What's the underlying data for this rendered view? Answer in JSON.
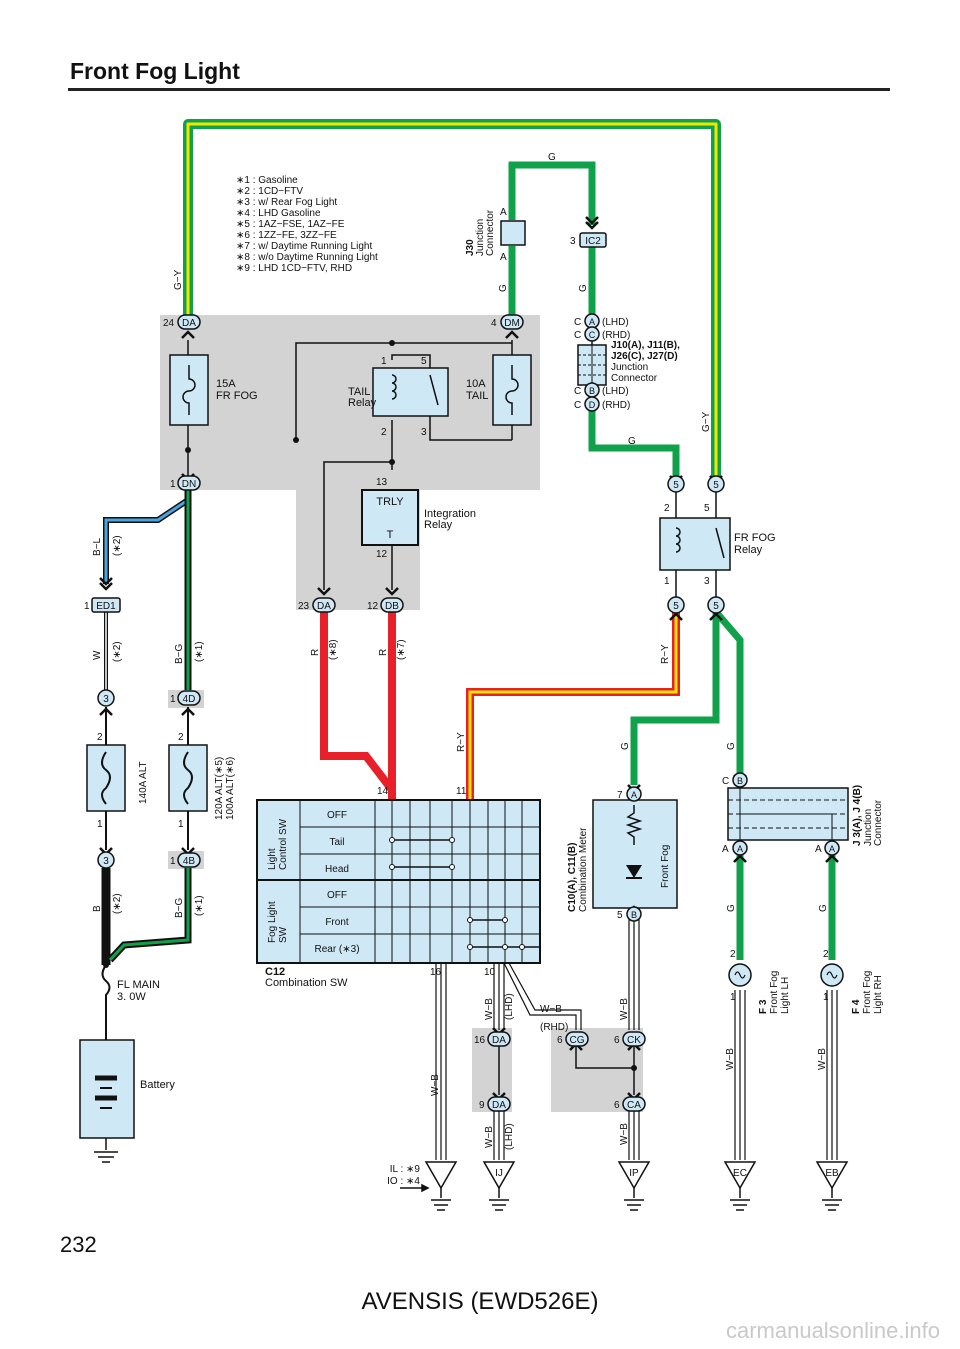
{
  "page": {
    "title": "Front Fog Light",
    "page_number": "232",
    "footer": "AVENSIS (EWD526E)",
    "watermark": "carmanualsonline.info"
  },
  "notes": [
    "∗1 : Gasoline",
    "∗2 : 1CD−FTV",
    "∗3 : w/ Rear Fog Light",
    "∗4 : LHD Gasoline",
    "∗5 : 1AZ−FSE,  1AZ−FE",
    "∗6 : 1ZZ−FE,  3ZZ−FE",
    "∗7 : w/ Daytime Running Light",
    "∗8 : w/o Daytime Running Light",
    "∗9 : LHD 1CD−FTV,  RHD"
  ],
  "components": {
    "fr_fog_fuse": [
      "15A",
      "FR FOG"
    ],
    "tail_fuse": [
      "10A",
      "TAIL"
    ],
    "tail_relay": [
      "TAIL",
      "Relay"
    ],
    "integration_relay": [
      "Integration",
      "Relay"
    ],
    "trly": "TRLY",
    "trly_t": "T",
    "fr_fog_relay": [
      "FR FOG",
      "Relay"
    ],
    "j30": [
      "J30",
      "Junction",
      "Connector"
    ],
    "j10": [
      "J10(A), J11(B),",
      "J26(C), J27(D)",
      "Junction",
      "Connector"
    ],
    "j3": [
      "J 3(A), J 4(B)",
      "Junction",
      "Connector"
    ],
    "fuse_140a": "140A ALT",
    "fuse_120a": [
      "120A ALT(∗5)",
      "100A ALT(∗6)"
    ],
    "fl_main": [
      "FL MAIN",
      "3. 0W"
    ],
    "battery": "Battery",
    "comb_sw": [
      "C12",
      "Combination SW"
    ],
    "light_control_sw": [
      "Light",
      "Control SW"
    ],
    "fog_light_sw": [
      "Fog Light",
      "SW"
    ],
    "comb_meter": [
      "C10(A), C11(B)",
      "Combination Meter"
    ],
    "front_fog_indicator": "Front Fog",
    "f3": [
      "F 3",
      "Front Fog",
      "Light LH"
    ],
    "f4": [
      "F 4",
      "Front Fog",
      "Light RH"
    ]
  },
  "switch_rows": [
    "OFF",
    "Tail",
    "Head",
    "OFF",
    "Front",
    "Rear (∗3)"
  ],
  "connectors": {
    "da24": "DA",
    "dm4": "DM",
    "dn1": "DN",
    "ed1": "ED1",
    "da23": "DA",
    "db12": "DB",
    "c4d": "4D",
    "c4b": "4B",
    "ic2": "IC2",
    "ja": "A",
    "jc": "C",
    "jb": "B",
    "jd": "D",
    "da16": "DA",
    "da9": "DA",
    "cg6": "CG",
    "ck6": "CK",
    "ca6": "CA",
    "mA": "A",
    "mB": "B",
    "j3B": "B",
    "j3A1": "A",
    "j3A2": "A",
    "c3a": "3",
    "c3b": "3"
  },
  "pins": {
    "da24": "24",
    "dm4": "4",
    "dn1": "1",
    "ed1": "1",
    "da23": "23",
    "db12": "12",
    "c4d": "1",
    "c4b": "1",
    "ic2": "3",
    "tr1": "1",
    "tr5": "5",
    "tr2": "2",
    "tr3": "3",
    "ir13": "13",
    "ir12": "12",
    "fr2": "2",
    "fr5": "5",
    "fr1": "1",
    "fr3": "3",
    "f2a": "2",
    "f1a": "1",
    "f2b": "2",
    "f1b": "1",
    "cs14": "14",
    "cs11": "11",
    "cs16": "16",
    "cs10": "10",
    "m7": "7",
    "m5": "5",
    "da16": "16",
    "da9": "9",
    "cg6": "6",
    "ck6": "6",
    "ca6": "6",
    "l2": "2",
    "l1": "1",
    "r2": "2",
    "r1": "1",
    "j30a1": "A",
    "j30a2": "A",
    "jc1": "C",
    "jc2": "C",
    "jc3": "C",
    "jc4": "C",
    "j3c": "C",
    "j3a1": "A",
    "j3a2": "A",
    "c5a": "5",
    "c5b": "5",
    "c5c": "5",
    "c5d": "5"
  },
  "variant_notes": {
    "lhd": "(LHD)",
    "rhd": "(RHD)",
    "n2a": "(∗2)",
    "n2b": "(∗2)",
    "n2c": "(∗2)",
    "n1a": "(∗1)",
    "n1b": "(∗1)",
    "n8": "(∗8)",
    "n7": "(∗7)",
    "lhd2": "(LHD)",
    "lhd3": "(LHD)",
    "rhd2": "(RHD)"
  },
  "wire_colors": {
    "g_top": "G",
    "gy_left": "G−Y",
    "gy_right": "G−Y",
    "g1": "G",
    "g2": "G",
    "g3": "G",
    "bl": "B−L",
    "w": "W",
    "bg1": "B−G",
    "bg2": "B−G",
    "b": "B",
    "r1": "R",
    "r2": "R",
    "ry1": "R−Y",
    "ry2": "R−Y",
    "g4": "G",
    "g5": "G",
    "g6": "G",
    "g7": "G",
    "wb1": "W−B",
    "wb2": "W−B",
    "wb3": "W−B",
    "wb4": "W−B",
    "wb5": "W−B",
    "wb6": "W−B",
    "wb7": "W−B",
    "wb8": "W−B",
    "wb9": "W−B"
  },
  "grounds": [
    "IJ",
    "IP",
    "EC",
    "EB"
  ],
  "ground_note": [
    "IL : ∗9",
    "IO : ∗4"
  ],
  "colors": {
    "green": "#10a24a",
    "red": "#e8202a",
    "yellow": "#f2e600",
    "blue": "#4aa3df",
    "black": "#111111",
    "box_fill": "#cfe8f6",
    "shade": "#d3d3d3"
  }
}
